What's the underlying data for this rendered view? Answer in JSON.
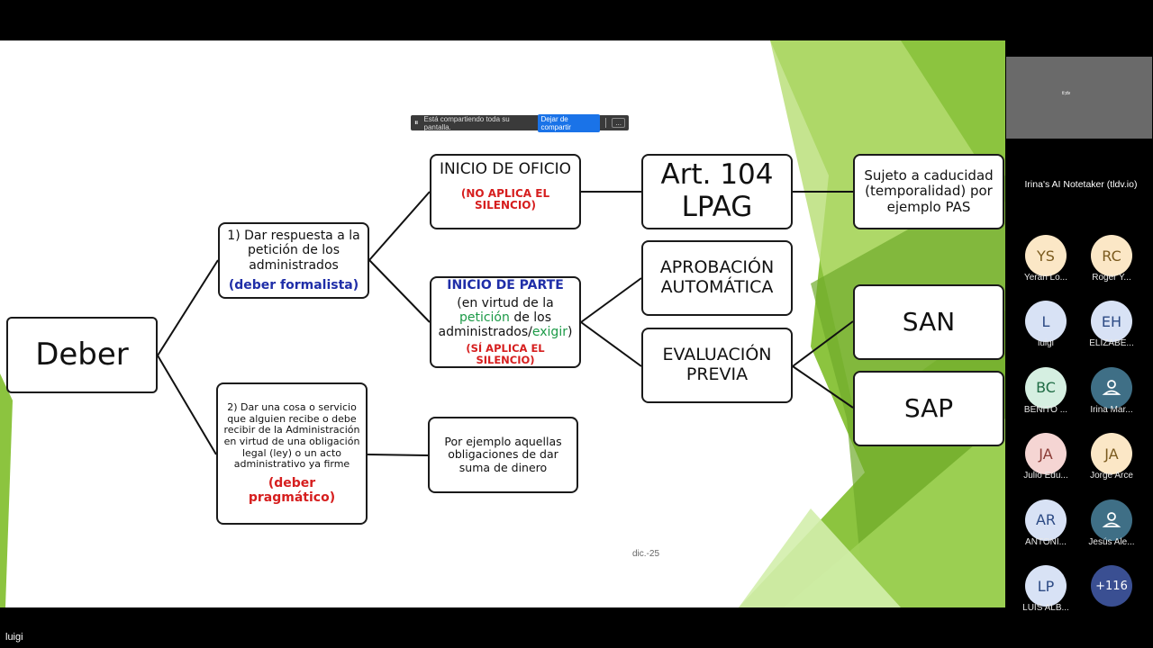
{
  "share_bar": {
    "message": "Está compartiendo toda su pantalla.",
    "stop_button": "Dejar de compartir",
    "more_button": "..."
  },
  "slide": {
    "date": "dic.-25",
    "nodes": {
      "deber": "Deber",
      "n1_text": "1) Dar respuesta a la petición de los administrados",
      "n1_tag": "(deber formalista)",
      "n2_text": "2) Dar una cosa o servicio que alguien recibe o debe recibir de la Administración en virtud  de una obligación legal (ley) o un acto administrativo ya  firme",
      "n2_tag": "(deber pragmático)",
      "oficio_title": "INICIO DE OFICIO",
      "oficio_note": "(NO APLICA EL SILENCIO)",
      "parte_title": "INICIO DE PARTE",
      "parte_t1": "(en virtud de la",
      "parte_t2": "petición",
      "parte_t3": "de los administrados/",
      "parte_t4": "exigir",
      "parte_t5": ")",
      "parte_note": "(SÍ APLICA EL SILENCIO)",
      "ejemplo": "Por ejemplo aquellas obligaciones de dar suma de dinero",
      "art_line1": "Art. 104",
      "art_line2": "LPAG",
      "aprobacion": "APROBACIÓN AUTOMÁTICA",
      "evaluacion": "EVALUACIÓN PREVIA",
      "sujeto": "Sujeto a caducidad (temporalidad) por ejemplo PAS",
      "san": "SAN",
      "sap": "SAP"
    }
  },
  "sidebar": {
    "presenter_thumb_logo": "tl;dv",
    "notetaker": "Irina's AI Notetaker (tldv.io)",
    "participants": [
      {
        "initials": "YS",
        "name": "Yeran Lo...",
        "bg": "#fbe7c6",
        "fg": "#7a5a1e"
      },
      {
        "initials": "RC",
        "name": "Roger Y...",
        "bg": "#fbe7c6",
        "fg": "#7a5a1e"
      },
      {
        "initials": "L",
        "name": "luigi",
        "bg": "#d8e2f5",
        "fg": "#2c4a84"
      },
      {
        "initials": "EH",
        "name": "ELIZABE...",
        "bg": "#d8e2f5",
        "fg": "#2c4a84"
      },
      {
        "initials": "BC",
        "name": "BENITO ...",
        "bg": "#d5efe1",
        "fg": "#1f6b44"
      },
      {
        "initials": "",
        "name": "Irina Mar...",
        "bg": "#3f6f86",
        "fg": "#ffffff"
      },
      {
        "initials": "JA",
        "name": "Julio Edu...",
        "bg": "#f5d5d3",
        "fg": "#8a3a35"
      },
      {
        "initials": "JA",
        "name": "Jorge Arce",
        "bg": "#fbe7c6",
        "fg": "#7a5a1e"
      },
      {
        "initials": "AR",
        "name": "ANTONI...",
        "bg": "#d8e2f5",
        "fg": "#2c4a84"
      },
      {
        "initials": "",
        "name": "Jesús Ale...",
        "bg": "#3f6f86",
        "fg": "#ffffff"
      },
      {
        "initials": "LP",
        "name": "LUIS ALB...",
        "bg": "#d8e2f5",
        "fg": "#2c4a84"
      },
      {
        "initials": "+116",
        "name": "",
        "bg": "#3a4f92",
        "fg": "#ffffff"
      }
    ]
  },
  "footer": {
    "self_name": "luigi"
  }
}
